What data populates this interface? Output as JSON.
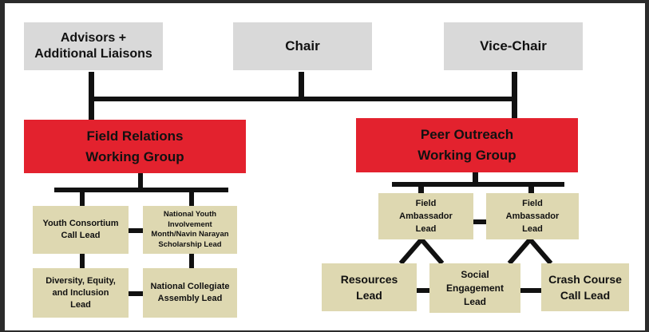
{
  "nodes": {
    "advisors": "Advisors +\nAdditional Liaisons",
    "chair": "Chair",
    "vice_chair": "Vice-Chair",
    "field_relations": "Field Relations\nWorking Group",
    "peer_outreach": "Peer Outreach\nWorking Group",
    "youth_consortium": "Youth Consortium\nCall Lead",
    "national_youth": "National Youth\nInvolvement\nMonth/Navin Narayan\nScholarship Lead",
    "dei": "Diversity, Equity,\nand Inclusion\nLead",
    "collegiate": "National Collegiate\nAssembly Lead",
    "field_amb_1": "Field\nAmbassador\nLead",
    "field_amb_2": "Field\nAmbassador\nLead",
    "resources": "Resources\nLead",
    "social": "Social\nEngagement\nLead",
    "crash_course": "Crash Course\nCall Lead"
  },
  "colors": {
    "leadership": "#d9d9d9",
    "working_group": "#e3222e",
    "lead": "#ded8b1",
    "connector": "#111111"
  }
}
